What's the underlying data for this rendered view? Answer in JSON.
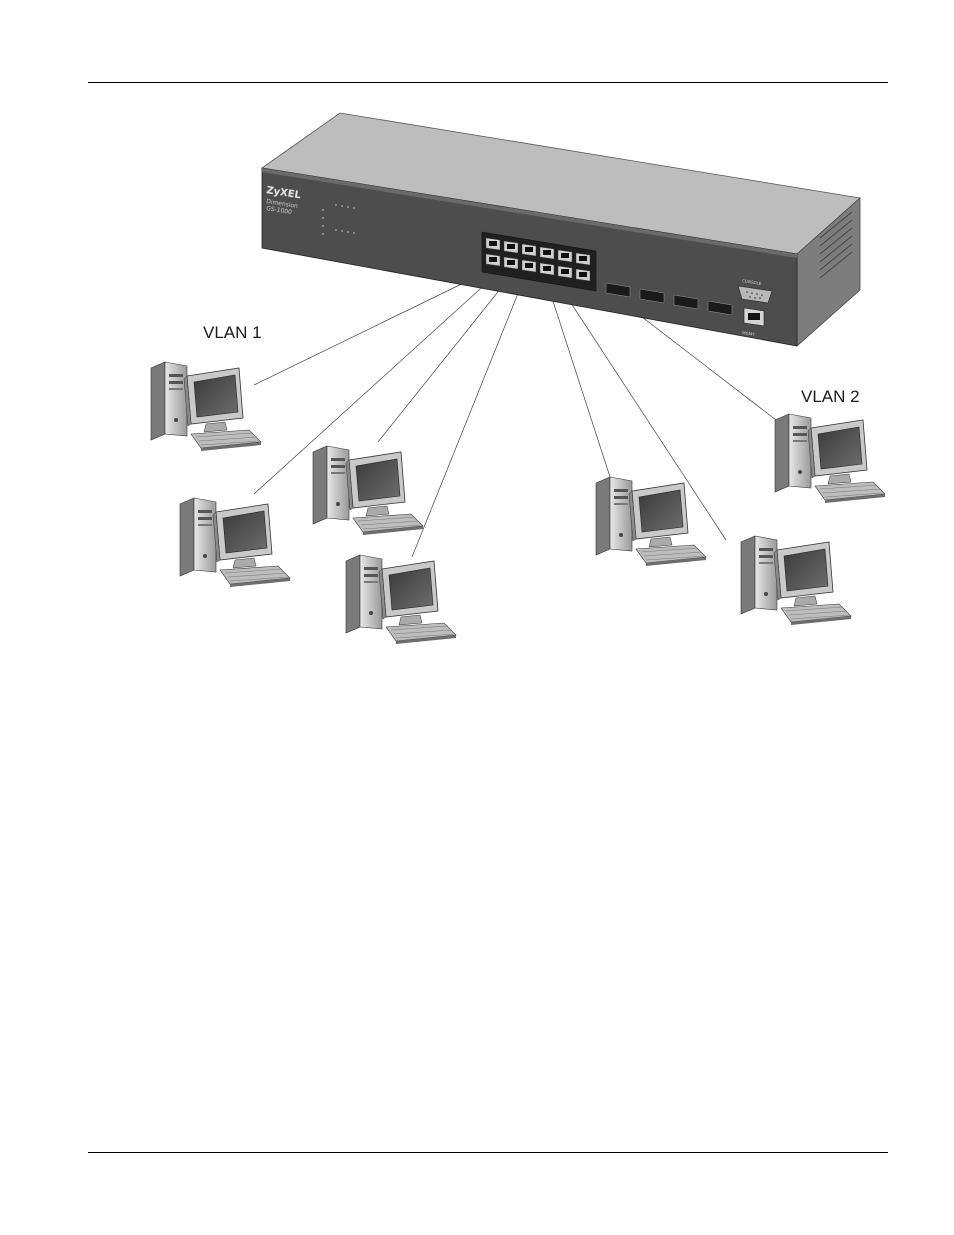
{
  "diagram": {
    "vlan1_label": "VLAN 1",
    "vlan2_label": "VLAN 2",
    "switch": {
      "brand": "ZyXEL",
      "model_line1": "Dimension",
      "model_line2": "GS-1000",
      "console_label": "CONSOLE",
      "mgmt_label": "MGMT"
    },
    "computers_vlan1": 4,
    "computers_vlan2": 3
  }
}
